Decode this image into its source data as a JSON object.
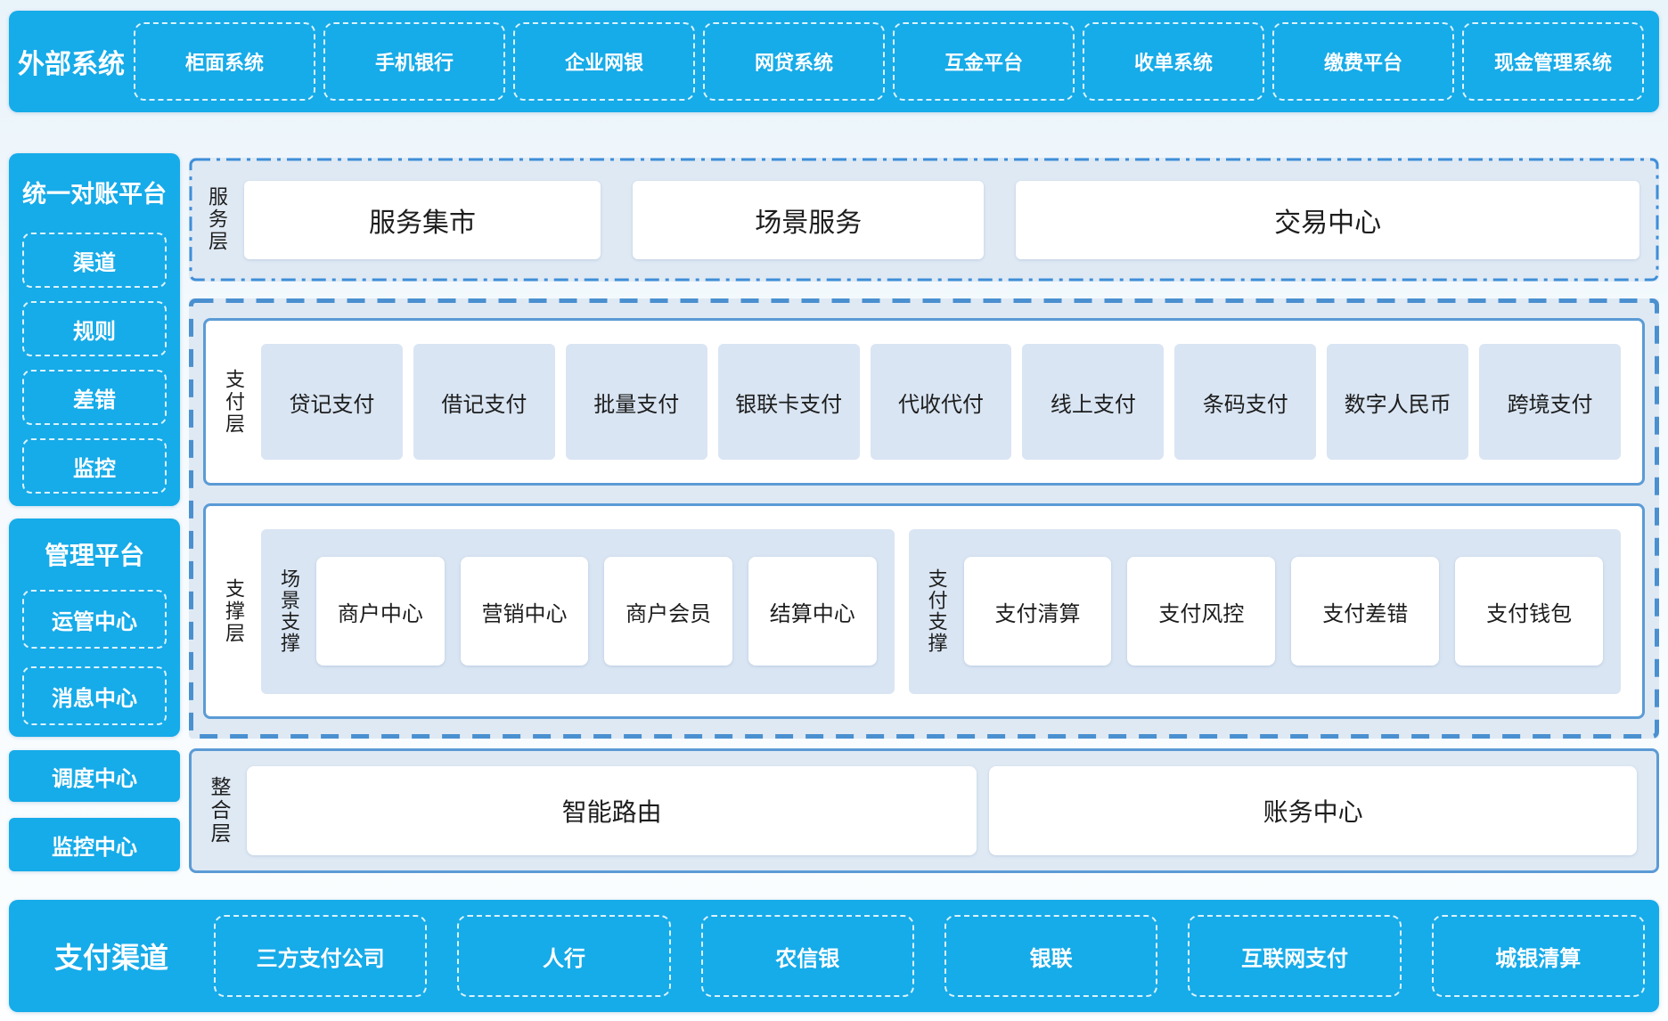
{
  "colors": {
    "brand_blue": "#16abe9",
    "panel_bg": "#dfe9f4",
    "box_light_blue": "#d9e5f3",
    "border_solid": "#5b9bd5",
    "border_dashed": "#4a90d0",
    "border_dashdot": "#3e8ed8",
    "text_dark": "#1d1d1d",
    "text_white": "#ffffff"
  },
  "external_systems": {
    "title": "外部系统",
    "items": [
      "柜面系统",
      "手机银行",
      "企业网银",
      "网贷系统",
      "互金平台",
      "收单系统",
      "缴费平台",
      "现金管理系统"
    ]
  },
  "reconciliation_platform": {
    "title": "统一对账平台",
    "items": [
      "渠道",
      "规则",
      "差错",
      "监控"
    ]
  },
  "management_platform": {
    "title": "管理平台",
    "items": [
      "运管中心",
      "消息中心"
    ]
  },
  "standalone_centers": {
    "dispatch": "调度中心",
    "monitor": "监控中心"
  },
  "service_layer": {
    "label": "服务层",
    "items": [
      "服务集市",
      "场景服务",
      "交易中心"
    ]
  },
  "payment_layer": {
    "label": "支付层",
    "items": [
      "贷记支付",
      "借记支付",
      "批量支付",
      "银联卡支付",
      "代收代付",
      "线上支付",
      "条码支付",
      "数字人民币",
      "跨境支付"
    ]
  },
  "support_layer": {
    "label": "支撑层",
    "groups": [
      {
        "label": "场景支撑",
        "items": [
          "商户中心",
          "营销中心",
          "商户会员",
          "结算中心"
        ]
      },
      {
        "label": "支付支撑",
        "items": [
          "支付清算",
          "支付风控",
          "支付差错",
          "支付钱包"
        ]
      }
    ]
  },
  "integration_layer": {
    "label": "整合层",
    "items": [
      "智能路由",
      "账务中心"
    ]
  },
  "payment_channels": {
    "title": "支付渠道",
    "items": [
      "三方支付公司",
      "人行",
      "农信银",
      "银联",
      "互联网支付",
      "城银清算"
    ]
  }
}
